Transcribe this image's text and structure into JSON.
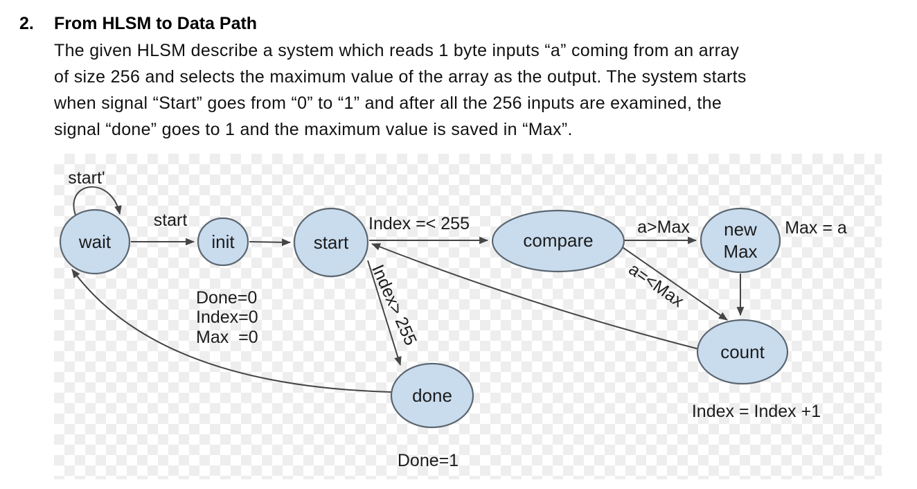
{
  "page": {
    "heading_number": "2.",
    "heading_title": "From HLSM to Data Path",
    "body_lines": [
      "The given HLSM describe a system which reads 1 byte inputs “a” coming from an array",
      "of size 256 and selects the maximum value of the array as the output. The system starts",
      "when signal “Start” goes from “0” to “1” and after all the 256 inputs are examined, the",
      "signal “done” goes to 1 and the maximum value is saved in “Max”."
    ]
  },
  "diagram": {
    "type": "state-machine",
    "states": {
      "wait": "wait",
      "init": "init",
      "start": "start",
      "compare": "compare",
      "new_max_line1": "new",
      "new_max_line2": "Max",
      "count": "count",
      "done": "done"
    },
    "transitions": {
      "wait_self_loop": "start'",
      "wait_to_init": "start",
      "start_to_compare": "Index =< 255",
      "start_to_done": "Index> 255",
      "compare_to_new_max": "a>Max",
      "compare_to_count": "a=<Max"
    },
    "actions": {
      "init_line1": "Done=0",
      "init_line2": "Index=0",
      "init_line3": "Max  =0",
      "new_max_action": "Max = a",
      "count_action": "Index = Index +1",
      "done_action": "Done=1"
    },
    "colors": {
      "state_fill": "#c9dcee",
      "state_border": "#5b6670",
      "arrow": "#454545",
      "label": "#1c1c1c",
      "checker": "#eeeeee"
    }
  }
}
